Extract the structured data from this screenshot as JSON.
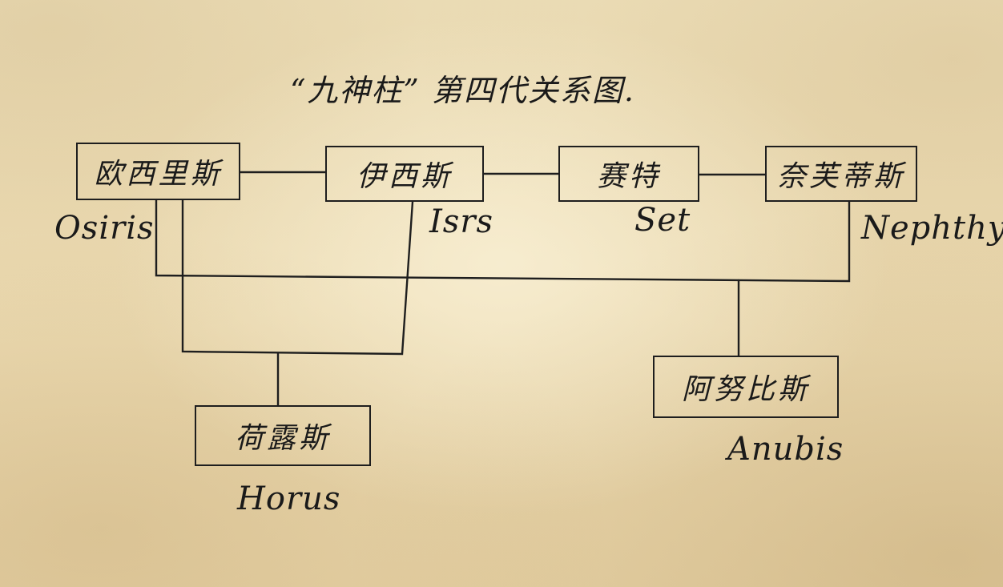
{
  "title": "“九神柱” 第四代关系图.",
  "nodes": {
    "osiris": {
      "cn": "欧西里斯",
      "en": "Osiris"
    },
    "isis": {
      "cn": "伊西斯",
      "en": "Isrs"
    },
    "set": {
      "cn": "赛特",
      "en": "Set"
    },
    "nephthys": {
      "cn": "奈芙蒂斯",
      "en": "Nephthys"
    },
    "horus": {
      "cn": "荷露斯",
      "en": "Horus"
    },
    "anubis": {
      "cn": "阿努比斯",
      "en": "Anubis"
    }
  },
  "colors": {
    "ink": "#1e1e1e",
    "paper": "#ecdcb4"
  }
}
